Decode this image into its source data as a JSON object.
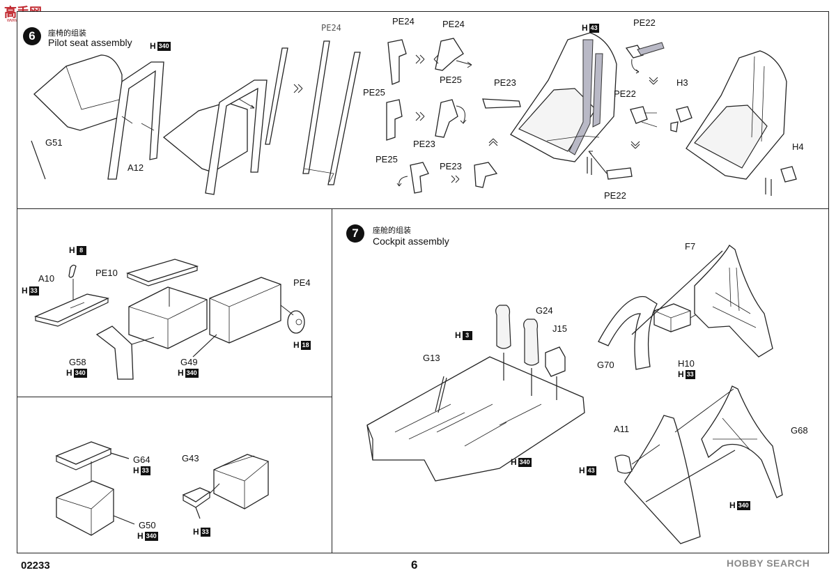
{
  "watermark_logo": {
    "text": "高手网",
    "sub": "www.shou.com"
  },
  "watermark_site": "HOBBY SEARCH",
  "footer": {
    "code": "02233",
    "page": "6"
  },
  "step6": {
    "number": "6",
    "title_cn": "座椅的组装",
    "title_en": "Pilot seat assembly",
    "labels": {
      "g51": "G51",
      "a12": "A12",
      "pe24a": "PE24",
      "pe25a": "PE25",
      "pe24b": "PE24",
      "pe24c": "PE24",
      "pe25b": "PE25",
      "pe25c": "PE25",
      "pe23a": "PE23",
      "pe23b": "PE23",
      "pe23c": "PE23",
      "pe22a": "PE22",
      "pe22b": "PE22",
      "pe22c": "PE22",
      "h3": "H3",
      "h4": "H4"
    },
    "tags": {
      "h340": {
        "l": "H",
        "n": "340"
      },
      "h43": {
        "l": "H",
        "n": "43"
      }
    }
  },
  "sub_a": {
    "labels": {
      "a10": "A10",
      "pe10": "PE10",
      "pe4": "PE4",
      "g58": "G58",
      "g49": "G49"
    },
    "tags": {
      "h8": {
        "l": "H",
        "n": "8"
      },
      "h33": {
        "l": "H",
        "n": "33"
      },
      "h18": {
        "l": "H",
        "n": "18"
      },
      "h340a": {
        "l": "H",
        "n": "340"
      },
      "h340b": {
        "l": "H",
        "n": "340"
      }
    }
  },
  "sub_b": {
    "labels": {
      "g64": "G64",
      "g50": "G50",
      "g43": "G43"
    },
    "tags": {
      "h33a": {
        "l": "H",
        "n": "33"
      },
      "h340": {
        "l": "H",
        "n": "340"
      },
      "h33b": {
        "l": "H",
        "n": "33"
      }
    }
  },
  "step7": {
    "number": "7",
    "title_cn": "座舱的组装",
    "title_en": "Cockpit assembly",
    "labels": {
      "f7": "F7",
      "g24": "G24",
      "j15": "J15",
      "g13": "G13",
      "g70": "G70",
      "h10": "H10",
      "a11": "A11",
      "g68": "G68"
    },
    "tags": {
      "h3": {
        "l": "H",
        "n": "3"
      },
      "h33": {
        "l": "H",
        "n": "33"
      },
      "h340a": {
        "l": "H",
        "n": "340"
      },
      "h43": {
        "l": "H",
        "n": "43"
      },
      "h340b": {
        "l": "H",
        "n": "340"
      }
    }
  }
}
